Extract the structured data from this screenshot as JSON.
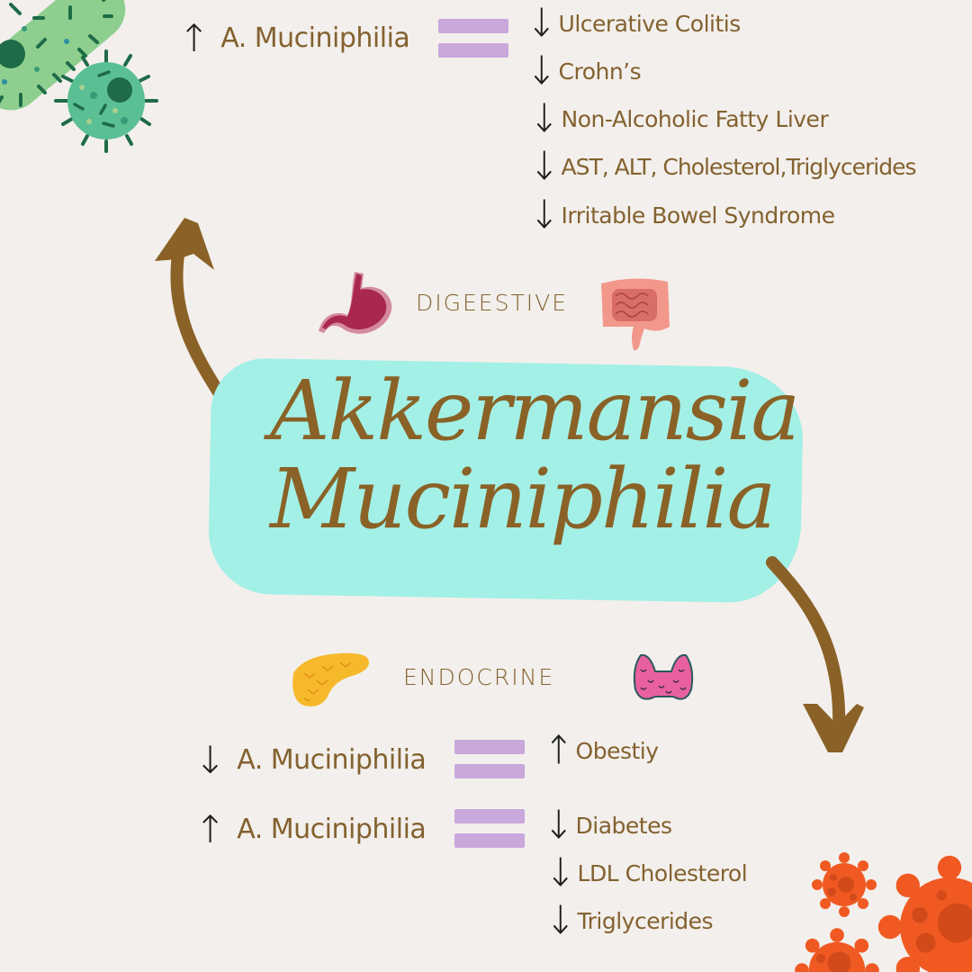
{
  "title": {
    "line1": "Akkermansia",
    "line2": "Muciniphilia"
  },
  "colors": {
    "background": "#f3efec",
    "text_brown": "#83622f",
    "title_blob": "#a3f0e6",
    "equals_bars": "#c9a8dc",
    "arrow_brown": "#8a6227"
  },
  "digestive": {
    "label": "DIGEESTIVE",
    "icons": [
      "stomach-icon",
      "intestine-icon"
    ],
    "relation": {
      "arrow": "↑",
      "subject": "A. Muciniphilia",
      "equals": "="
    },
    "effects": [
      {
        "arrow": "↓",
        "label": "Ulcerative Colitis"
      },
      {
        "arrow": "↓",
        "label": "Crohn’s"
      },
      {
        "arrow": "↓",
        "label": "Non-Alcoholic Fatty Liver"
      },
      {
        "arrow": "↓",
        "label": "AST, ALT, Cholesterol,Triglycerides"
      },
      {
        "arrow": "↓",
        "label": "Irritable Bowel Syndrome"
      }
    ]
  },
  "endocrine": {
    "label": "ENDOCRINE",
    "icons": [
      "pancreas-icon",
      "thyroid-icon"
    ],
    "relations": [
      {
        "arrow": "↓",
        "subject": "A. Muciniphilia",
        "equals": "=",
        "effects": [
          {
            "arrow": "↑",
            "label": "Obestiy"
          }
        ]
      },
      {
        "arrow": "↑",
        "subject": "A. Muciniphilia",
        "equals": "=",
        "effects": [
          {
            "arrow": "↓",
            "label": "Diabetes"
          },
          {
            "arrow": "↓",
            "label": "LDL Cholesterol"
          },
          {
            "arrow": "↓",
            "label": "Triglycerides"
          }
        ]
      }
    ]
  },
  "decorations": [
    "bacteria-icon",
    "virus-icon",
    "curved-arrow-up-icon",
    "curved-arrow-down-icon"
  ]
}
